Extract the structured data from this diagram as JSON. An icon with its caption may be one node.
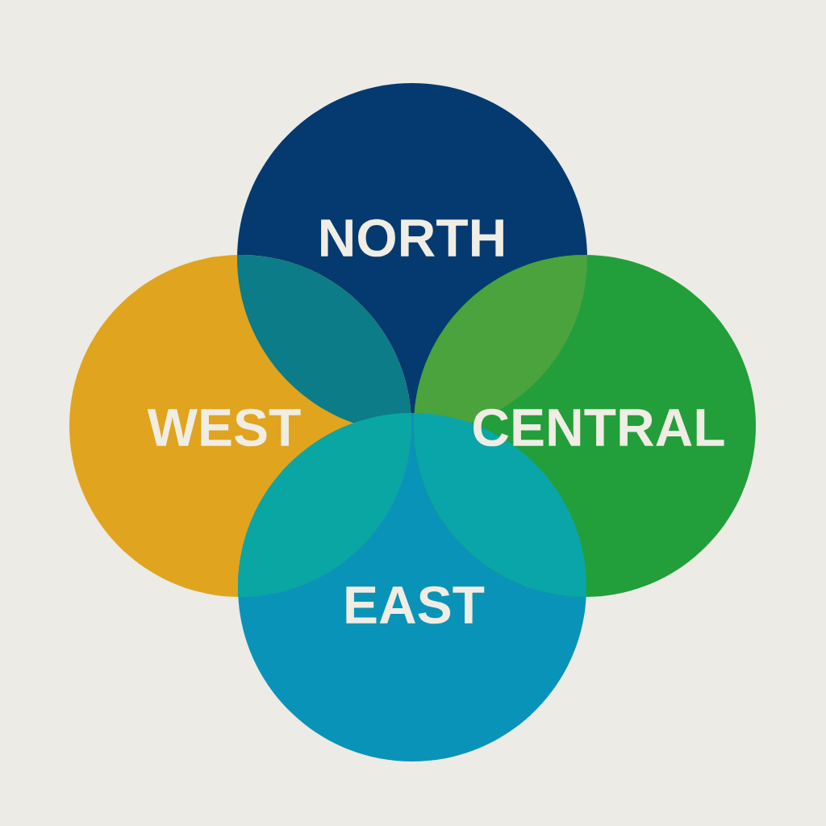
{
  "diagram": {
    "nodes": [
      {
        "text": [
          "NORTH"
        ]
      },
      {
        "text": [
          "WEST"
        ]
      },
      {
        "text": [
          "CENTRAL"
        ]
      },
      {
        "text": [
          "EAST"
        ]
      }
    ]
  }
}
